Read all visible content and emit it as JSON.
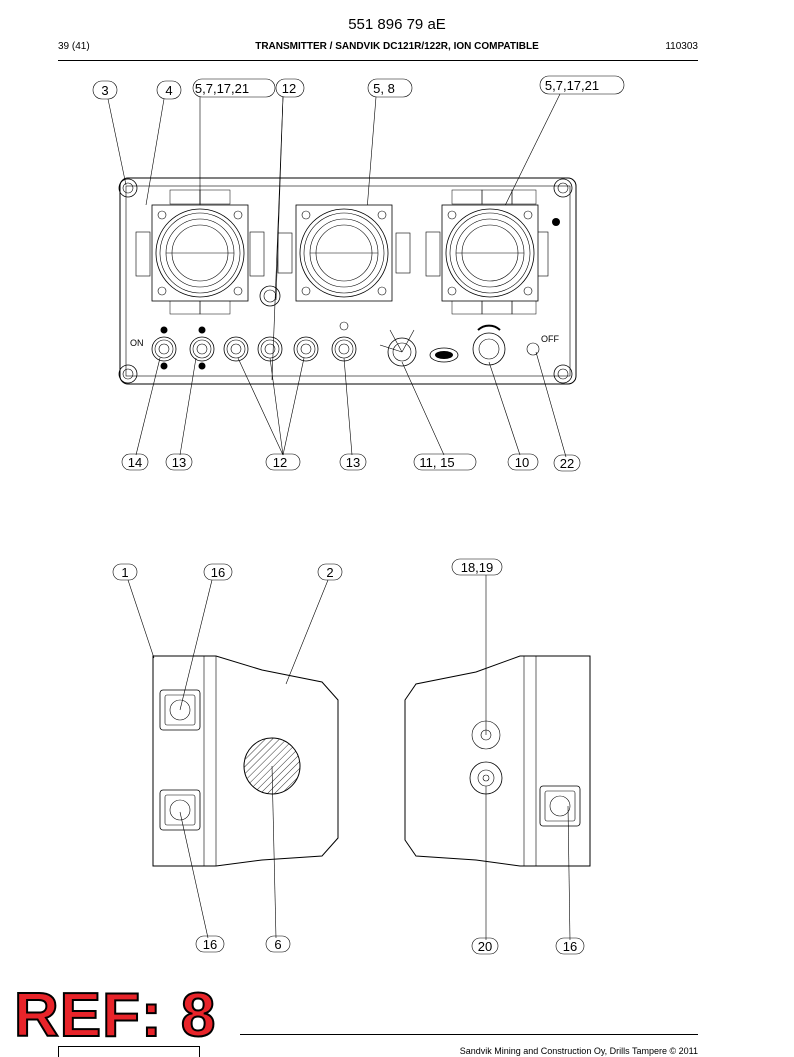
{
  "header": {
    "doc_number": "551 896 79 aE",
    "page": "39 (41)",
    "title": "TRANSMITTER / SANDVIK DC121R/122R, ION COMPATIBLE",
    "code": "110303"
  },
  "callouts_top": [
    "3",
    "4",
    "5,7,17,21",
    "12",
    "5, 8",
    "5,7,17,21"
  ],
  "callouts_mid": [
    "14",
    "13",
    "12",
    "13",
    "11, 15",
    "10",
    "22"
  ],
  "callouts_lower_top": [
    "1",
    "16",
    "2",
    "18,19"
  ],
  "callouts_lower_bottom": [
    "16",
    "6",
    "20",
    "16"
  ],
  "panel_labels": {
    "on": "ON",
    "off": "OFF"
  },
  "ref_stamp": "REF: 8",
  "footer": "Sandvik Mining and Construction Oy, Drills Tampere © 2011"
}
